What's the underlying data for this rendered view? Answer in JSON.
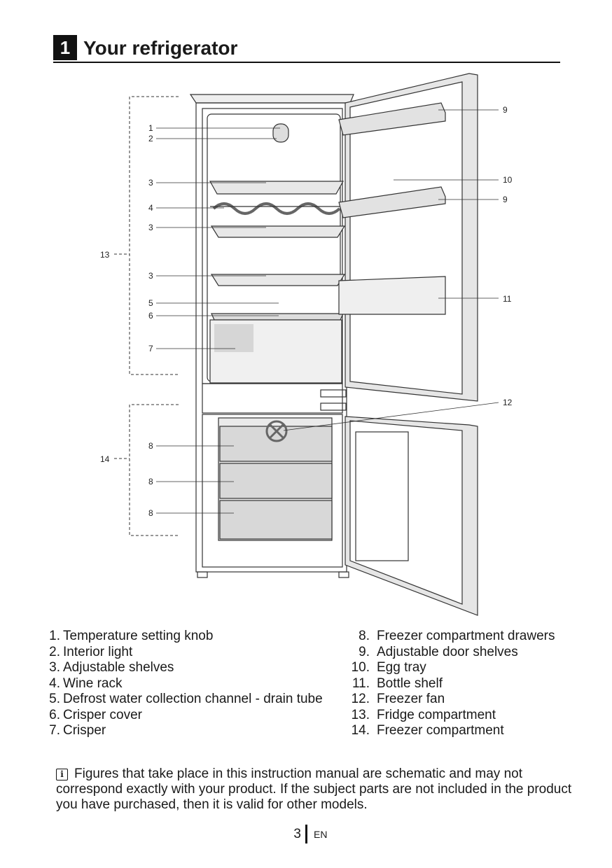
{
  "header": {
    "number": "1",
    "title": "Your refrigerator"
  },
  "diagram": {
    "callouts_left": [
      "1",
      "2",
      "3",
      "4",
      "3",
      "3",
      "5",
      "6",
      "7",
      "8",
      "8",
      "8"
    ],
    "callouts_right": [
      "9",
      "10",
      "9",
      "11",
      "12"
    ],
    "bracket_labels": [
      "13",
      "14"
    ]
  },
  "legend_left": [
    {
      "num": "1.",
      "text": "Temperature setting knob"
    },
    {
      "num": "2.",
      "text": "Interior light"
    },
    {
      "num": "3.",
      "text": "Adjustable shelves"
    },
    {
      "num": "4.",
      "text": "Wine rack"
    },
    {
      "num": "5.",
      "text": "Defrost water collection channel - drain tube"
    },
    {
      "num": "6.",
      "text": "Crisper cover"
    },
    {
      "num": "7.",
      "text": "Crisper"
    }
  ],
  "legend_right": [
    {
      "num": "8.",
      "text": "Freezer compartment drawers"
    },
    {
      "num": "9.",
      "text": "Adjustable door shelves"
    },
    {
      "num": "10.",
      "text": "Egg tray"
    },
    {
      "num": "11.",
      "text": "Bottle shelf"
    },
    {
      "num": "12.",
      "text": "Freezer fan"
    },
    {
      "num": "13.",
      "text": "Fridge compartment"
    },
    {
      "num": "14.",
      "text": "Freezer compartment"
    }
  ],
  "note": {
    "icon": "info-icon",
    "text": "Figures that take place in this instruction manual are schematic and may not correspond exactly with your product. If the subject parts are not included in the product you have purchased, then it is valid for other models."
  },
  "footer": {
    "page_number": "3",
    "language": "EN"
  }
}
